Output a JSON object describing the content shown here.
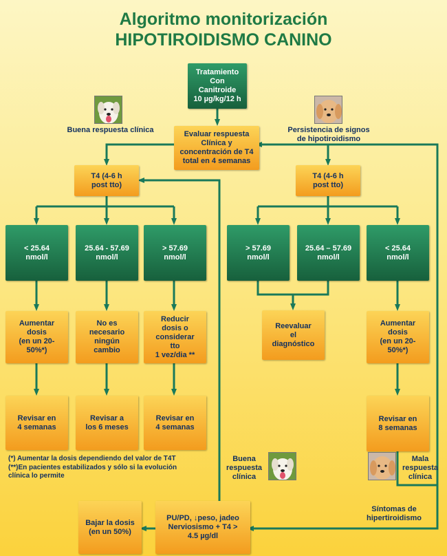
{
  "title": {
    "line1": "Algoritmo monitorización",
    "line2": "HIPOTIROIDISMO CANINO"
  },
  "boxes": {
    "treatment": "Tratamiento\nCon\nCanitroide\n10 µg/kg/12 h",
    "evaluate": "Evaluar respuesta\nClínica y\nconcentración de T4\ntotal en 4 semanas",
    "t4_left": "T4 (4-6 h\npost tto)",
    "t4_right": "T4 (4-6 h\npost tto)",
    "range_l1": "< 25.64\nnmol/l",
    "range_l2": "25.64 - 57.69\nnmol/l",
    "range_l3": "> 57.69\nnmol/l",
    "range_r1": "> 57.69\nnmol/l",
    "range_r2": "25.64 – 57.69\nnmol/l",
    "range_r3": "< 25.64\nnmol/l",
    "act_l1": "Aumentar\ndosis\n(en un 20-\n50%*)",
    "act_l2": "No es\nnecesario\nningún\ncambio",
    "act_l3": "Reducir\ndosis o\nconsiderar\ntto\n1 vez/dia **",
    "act_r1": "Reevaluar\nel\ndiagnóstico",
    "act_r3": "Aumentar\ndosis\n(en un 20-\n50%*)",
    "rev_l1": "Revisar en\n4 semanas",
    "rev_l2": "Revisar a\nlos 6 meses",
    "rev_l3": "Revisar en\n4 semanas",
    "rev_r3": "Revisar en\n8 semanas",
    "hyper_signs": "PU/PD, ↓peso, jadeo\nNerviosismo + T4 >\n4.5 µg/dl",
    "lower_dose": "Bajar la dosis\n(en un 50%)"
  },
  "labels": {
    "good_response_top": "Buena respuesta clínica",
    "persistence": "Persistencia de signos\nde hipotiroidismo",
    "good_response_bottom": "Buena\nrespuesta\nclínica",
    "bad_response": "Mala\nrespuesta\nclínica",
    "hyper_symptoms": "Síntomas de\nhipertiroidismo"
  },
  "notes": {
    "note1": "(*) Aumentar la dosis dependiendo del valor de T4T",
    "note2": "(**)En pacientes estabilizados y sólo si la evolución\n       clínica lo permite"
  },
  "colors": {
    "title": "#1f7a45",
    "connector": "#19795a",
    "text": "#12305f"
  }
}
